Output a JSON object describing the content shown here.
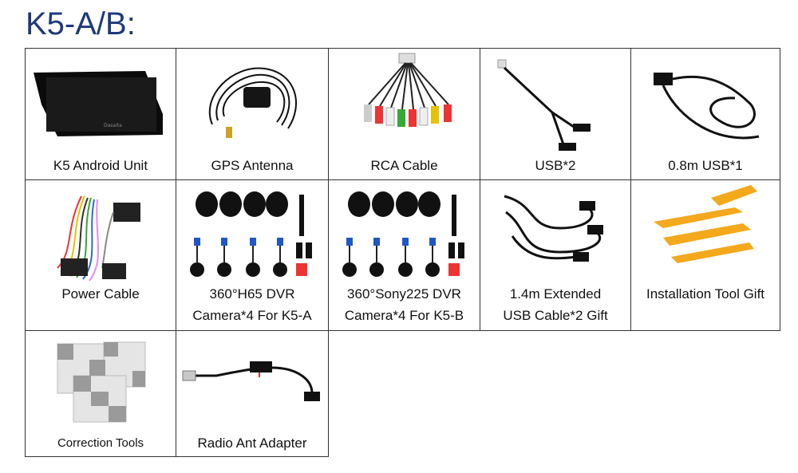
{
  "title": "K5-A/B:",
  "items": [
    {
      "label": "K5 Android Unit"
    },
    {
      "label": "GPS Antenna"
    },
    {
      "label": "RCA Cable"
    },
    {
      "label": "USB*2"
    },
    {
      "label": "0.8m USB*1"
    },
    {
      "label": "Power Cable"
    },
    {
      "line1": "360°H65 DVR",
      "line2": "Camera*4 For K5-A"
    },
    {
      "line1": "360°Sony225 DVR",
      "line2": "Camera*4 For K5-B"
    },
    {
      "line1": "1.4m Extended",
      "line2": "USB Cable*2 Gift"
    },
    {
      "label": "Installation Tool Gift"
    },
    {
      "label": "Correction Tools"
    },
    {
      "label": "Radio Ant Adapter"
    }
  ]
}
